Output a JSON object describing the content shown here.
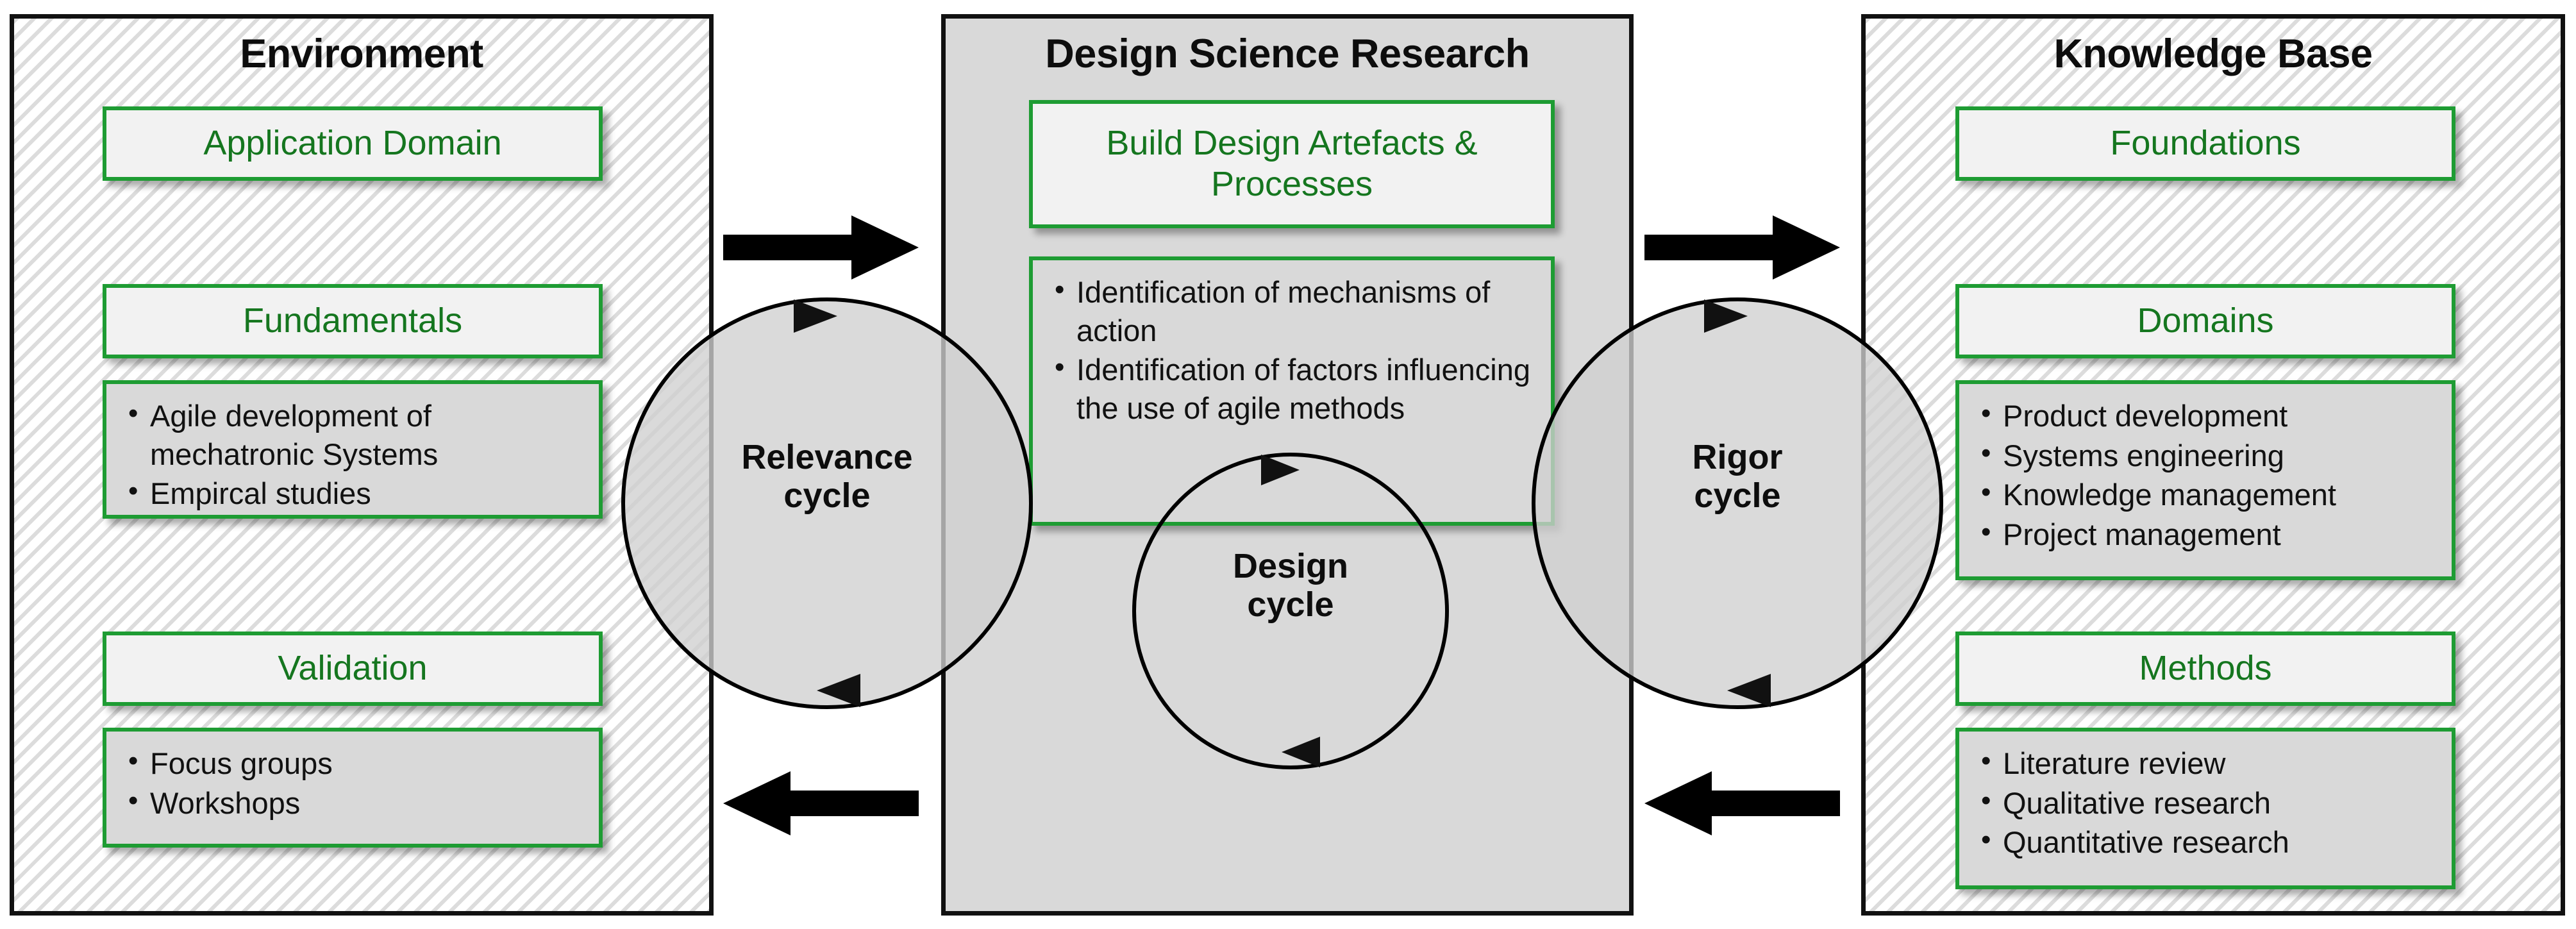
{
  "diagram": {
    "title": "Design Science Research framework",
    "colors": {
      "green_border": "#1e9c33",
      "green_text": "#15761f",
      "panel_border": "#111111",
      "card_head_fill": "#f2f2f2",
      "card_list_fill": "#d9d9d9",
      "center_panel_fill": "#d9d9d9",
      "cycle_fill": "#cfcfcf",
      "arrow_fill": "#000000"
    }
  },
  "panels": {
    "environment": {
      "title": "Environment",
      "groups": [
        {
          "heading": "Application Domain",
          "items": []
        },
        {
          "heading": "Fundamentals",
          "items": [
            "Agile development of mechatronic Systems",
            "Empircal studies"
          ]
        },
        {
          "heading": "Validation",
          "items": [
            "Focus groups",
            "Workshops"
          ]
        }
      ]
    },
    "design_science_research": {
      "title": "Design Science Research",
      "groups": [
        {
          "heading": "Build Design Artefacts & Processes",
          "items": []
        },
        {
          "heading": "",
          "items": [
            "Identification of mechanisms of action",
            "Identification of factors influencing the use of agile methods"
          ]
        }
      ]
    },
    "knowledge_base": {
      "title": "Knowledge Base",
      "groups": [
        {
          "heading": "Foundations",
          "items": []
        },
        {
          "heading": "Domains",
          "items": [
            "Product development",
            "Systems engineering",
            "Knowledge management",
            "Project management"
          ]
        },
        {
          "heading": "Methods",
          "items": [
            "Literature review",
            "Qualitative research",
            "Quantitative research"
          ]
        }
      ]
    }
  },
  "cycles": [
    {
      "id": "relevance",
      "label_line1": "Relevance",
      "label_line2": "cycle"
    },
    {
      "id": "design",
      "label_line1": "Design",
      "label_line2": "cycle"
    },
    {
      "id": "rigor",
      "label_line1": "Rigor",
      "label_line2": "cycle"
    }
  ],
  "arrows": [
    {
      "id": "env-to-dsr",
      "direction": "right"
    },
    {
      "id": "dsr-to-kb",
      "direction": "right"
    },
    {
      "id": "kb-to-dsr",
      "direction": "left"
    },
    {
      "id": "dsr-to-env",
      "direction": "left"
    }
  ]
}
